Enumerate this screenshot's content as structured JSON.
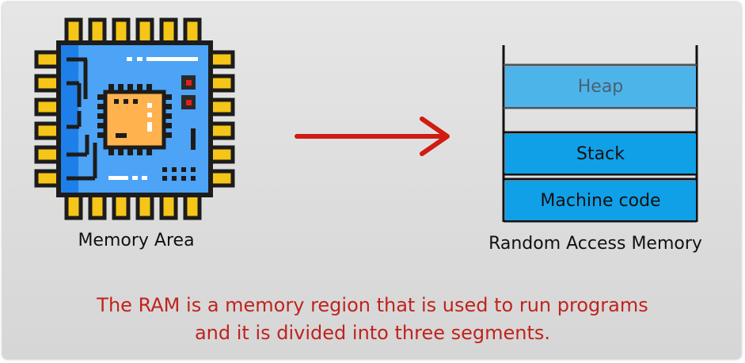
{
  "left_label": "Memory Area",
  "right_label": "Random Access Memory",
  "segments": {
    "heap": "Heap",
    "stack": "Stack",
    "machine_code": "Machine code"
  },
  "caption": {
    "line1": "The RAM is a memory region that is used to run programs",
    "line2": "and it is divided into three segments."
  },
  "colors": {
    "caption": "#c0231c",
    "arrow": "#d01c12",
    "heap": "#4db4ea",
    "stack": "#10a0e8",
    "chip_body": "#4da3f5",
    "chip_core": "#ffb24d"
  }
}
